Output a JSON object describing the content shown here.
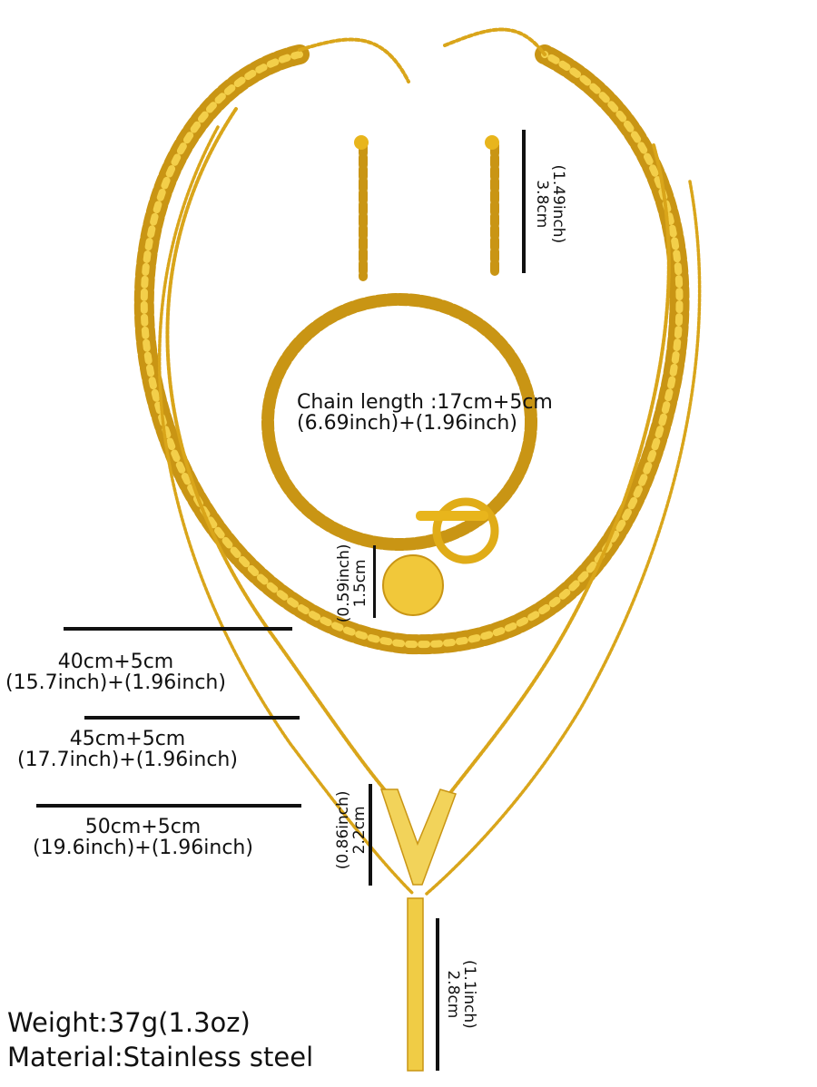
{
  "colors": {
    "gold": "#e8b51c",
    "gold_dark": "#b98a10",
    "gold_light": "#f7dc6a",
    "text": "#111111"
  },
  "earring": {
    "cm": "3.8cm",
    "inch": "(1.49inch)"
  },
  "bracelet": {
    "length_label": "Chain length :17cm+5cm",
    "inch_label": "(6.69inch)+(1.96inch)"
  },
  "pendant_disc": {
    "cm": "1.5cm",
    "inch": "(0.59inch)"
  },
  "necklaces": [
    {
      "cm": "40cm+5cm",
      "inch": "(15.7inch)+(1.96inch)"
    },
    {
      "cm": "45cm+5cm",
      "inch": "(17.7inch)+(1.96inch)"
    },
    {
      "cm": "50cm+5cm",
      "inch": "(19.6inch)+(1.96inch)"
    }
  ],
  "v_pendant": {
    "cm": "2.2cm",
    "inch": "(0.86inch)"
  },
  "bar_pendant": {
    "cm": "2.8cm",
    "inch": "(1.1inch)"
  },
  "specs": {
    "weight": "Weight:37g(1.3oz)",
    "material": "Material:Stainless steel"
  }
}
